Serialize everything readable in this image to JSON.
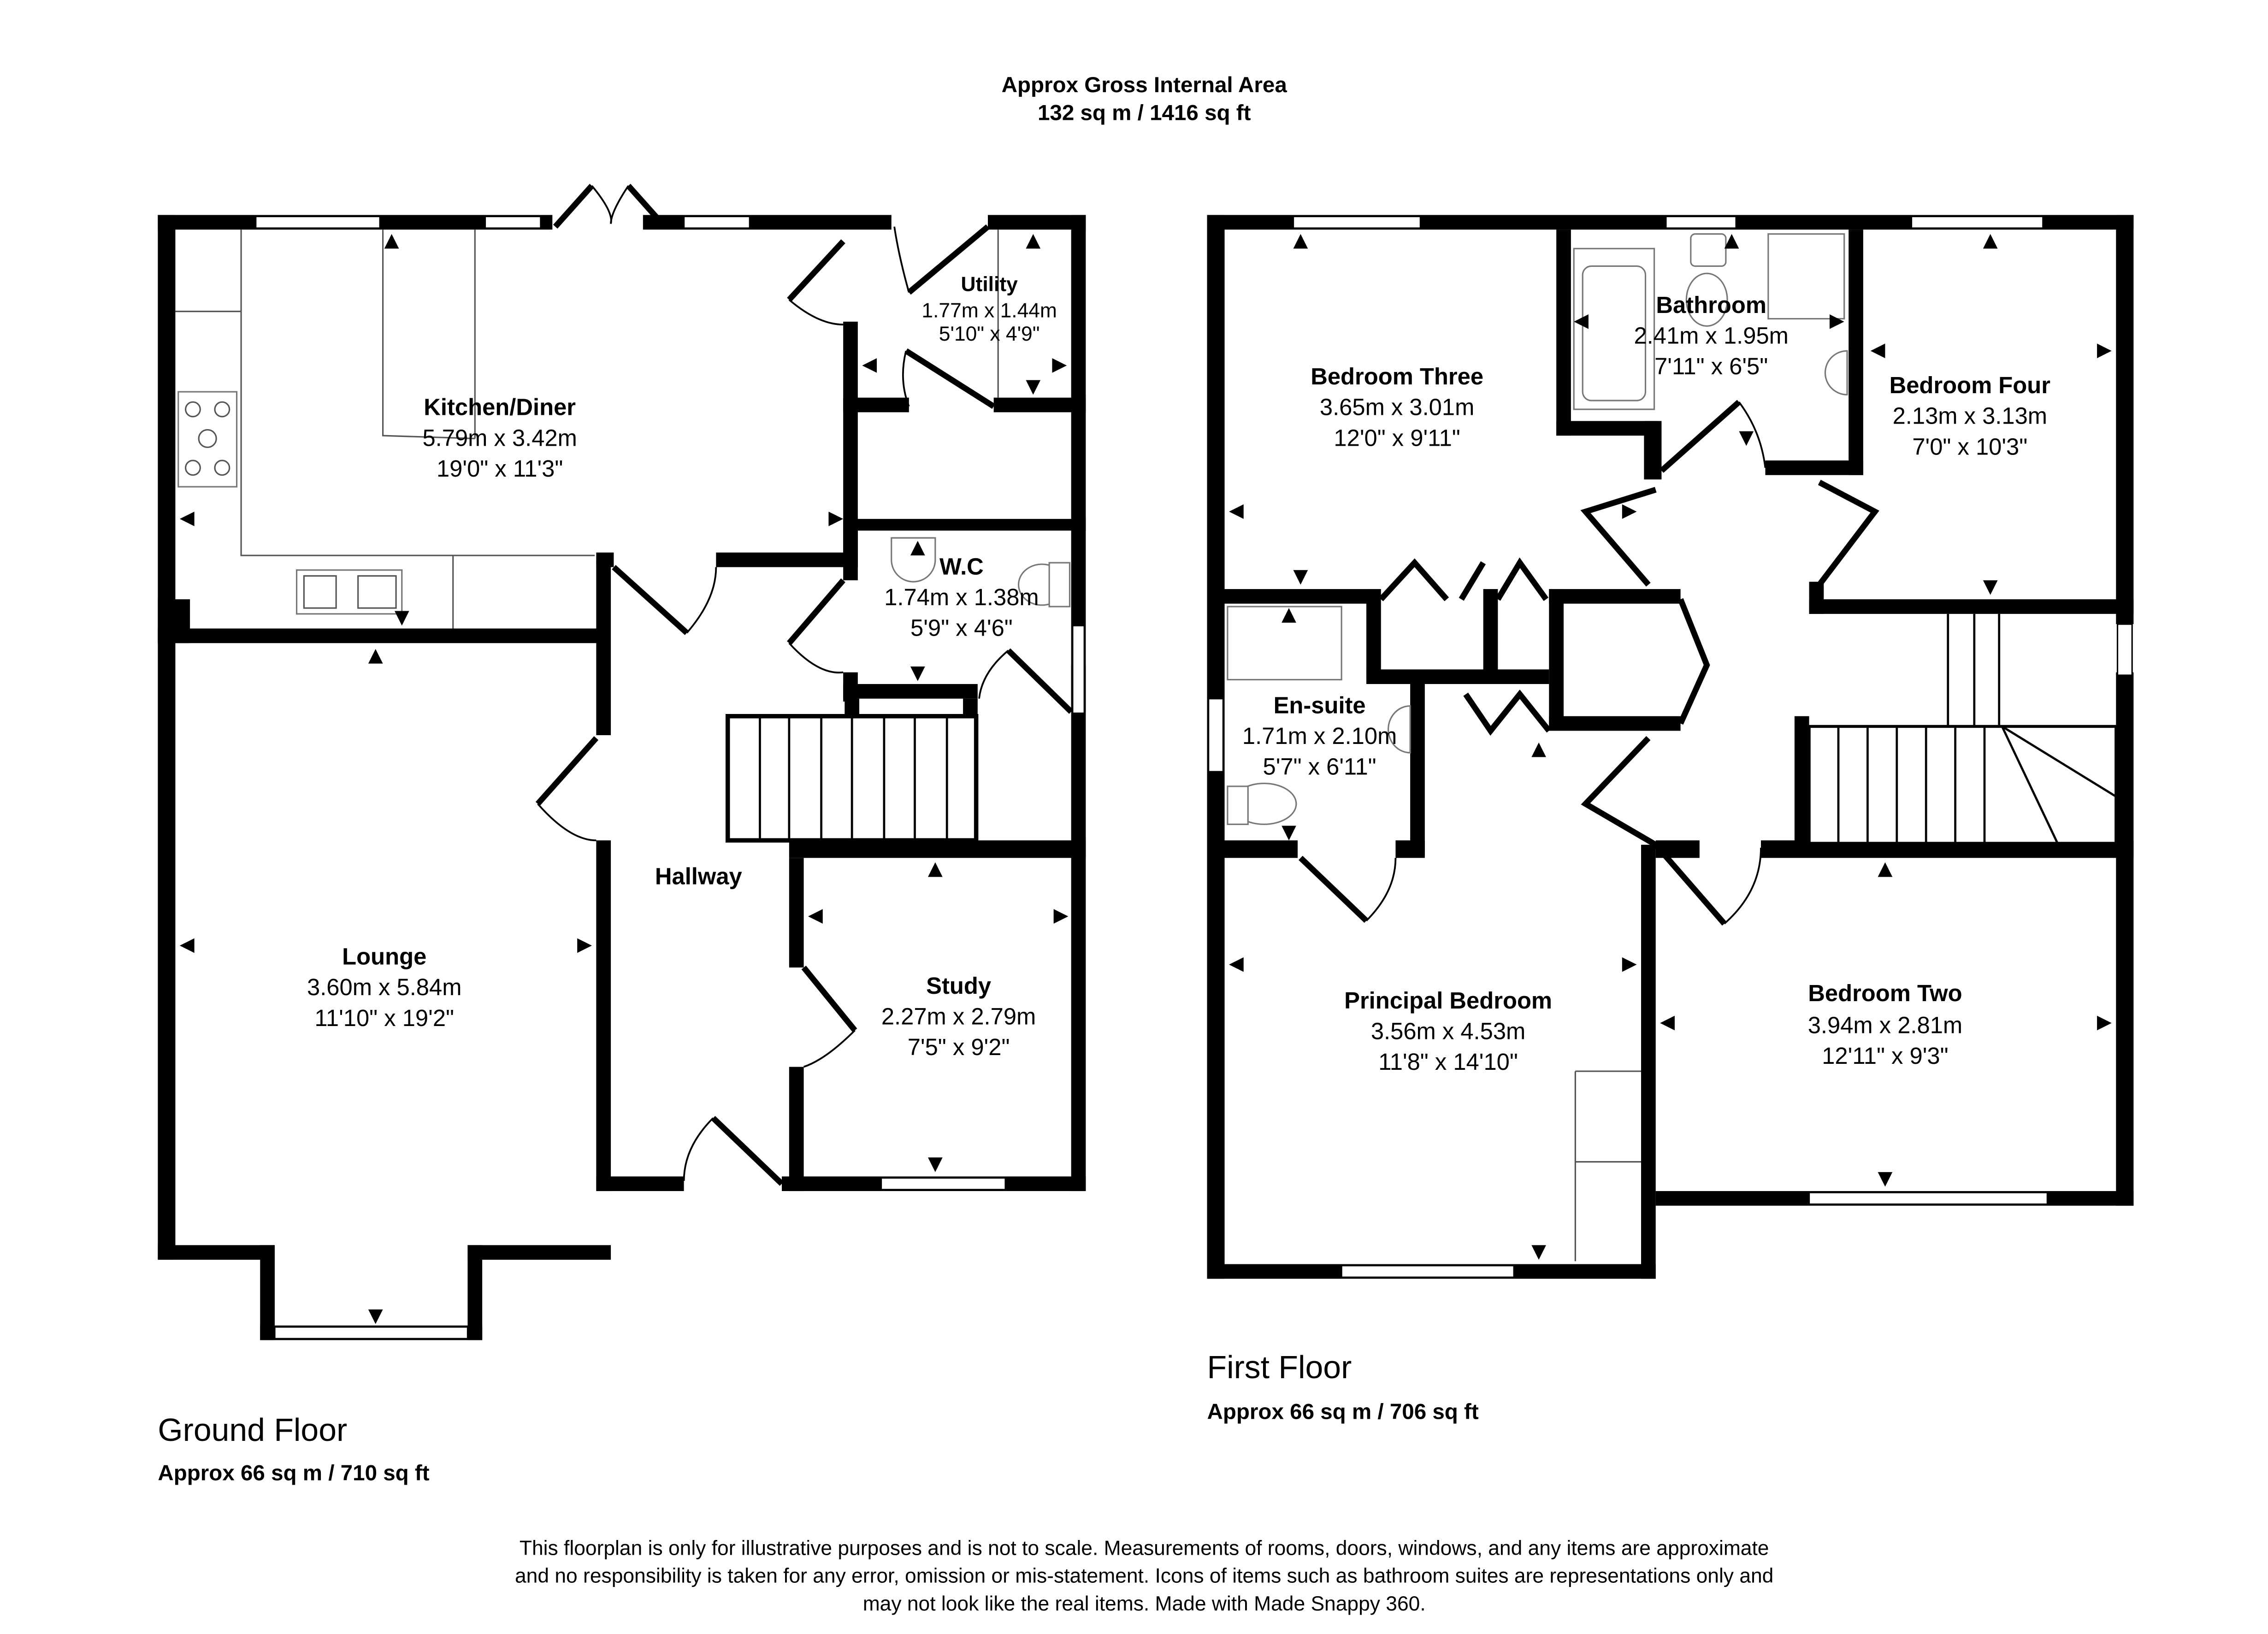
{
  "header": {
    "title": "Approx Gross Internal Area",
    "area": "132 sq m / 1416 sq ft"
  },
  "ground_floor": {
    "title": "Ground Floor",
    "area": "Approx 66 sq m / 710 sq ft",
    "rooms": [
      {
        "name": "Kitchen/Diner",
        "metric": "5.79m x 3.42m",
        "imperial": "19'0\" x 11'3\""
      },
      {
        "name": "Utility",
        "metric": "1.77m x 1.44m",
        "imperial": "5'10\" x 4'9\""
      },
      {
        "name": "W.C",
        "metric": "1.74m x 1.38m",
        "imperial": "5'9\" x 4'6\""
      },
      {
        "name": "Hallway"
      },
      {
        "name": "Lounge",
        "metric": "3.60m x 5.84m",
        "imperial": "11'10\" x 19'2\""
      },
      {
        "name": "Study",
        "metric": "2.27m x 2.79m",
        "imperial": "7'5\" x 9'2\""
      }
    ]
  },
  "first_floor": {
    "title": "First Floor",
    "area": "Approx 66 sq m / 706 sq ft",
    "rooms": [
      {
        "name": "Bedroom Three",
        "metric": "3.65m x 3.01m",
        "imperial": "12'0\" x 9'11\""
      },
      {
        "name": "Bathroom",
        "metric": "2.41m x 1.95m",
        "imperial": "7'11\" x 6'5\""
      },
      {
        "name": "Bedroom Four",
        "metric": "2.13m x 3.13m",
        "imperial": "7'0\" x 10'3\""
      },
      {
        "name": "En-suite",
        "metric": "1.71m x 2.10m",
        "imperial": "5'7\" x 6'11\""
      },
      {
        "name": "Principal Bedroom",
        "metric": "3.56m x 4.53m",
        "imperial": "11'8\" x 14'10\""
      },
      {
        "name": "Bedroom Two",
        "metric": "3.94m x 2.81m",
        "imperial": "12'11\" x 9'3\""
      }
    ]
  },
  "disclaimer": [
    "This floorplan is only for illustrative purposes and is not to scale. Measurements of rooms, doors, windows, and any items are approximate",
    "and no responsibility is taken for any error, omission or mis-statement. Icons of items such as bathroom suites are representations only and",
    "may not look like the real items. Made with Made Snappy 360."
  ]
}
